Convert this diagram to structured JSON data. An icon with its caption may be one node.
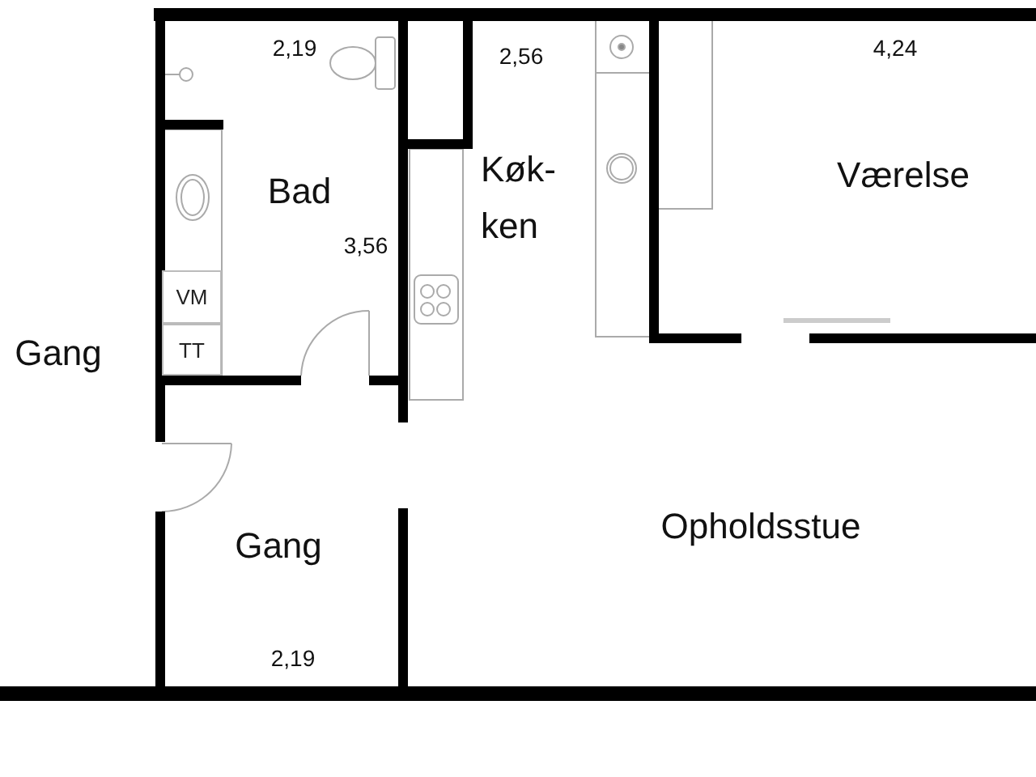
{
  "diagram": {
    "nodes": [
      {
        "text": [
          "VM"
        ]
      },
      {
        "text": [
          "TT"
        ]
      }
    ],
    "labels": [
      "2,19",
      "2,56",
      "4,24",
      "Køk-ken",
      "Værelse",
      "Bad",
      "3,56",
      "Gang",
      "Opholdsstue",
      "Gang",
      "2,19"
    ]
  }
}
